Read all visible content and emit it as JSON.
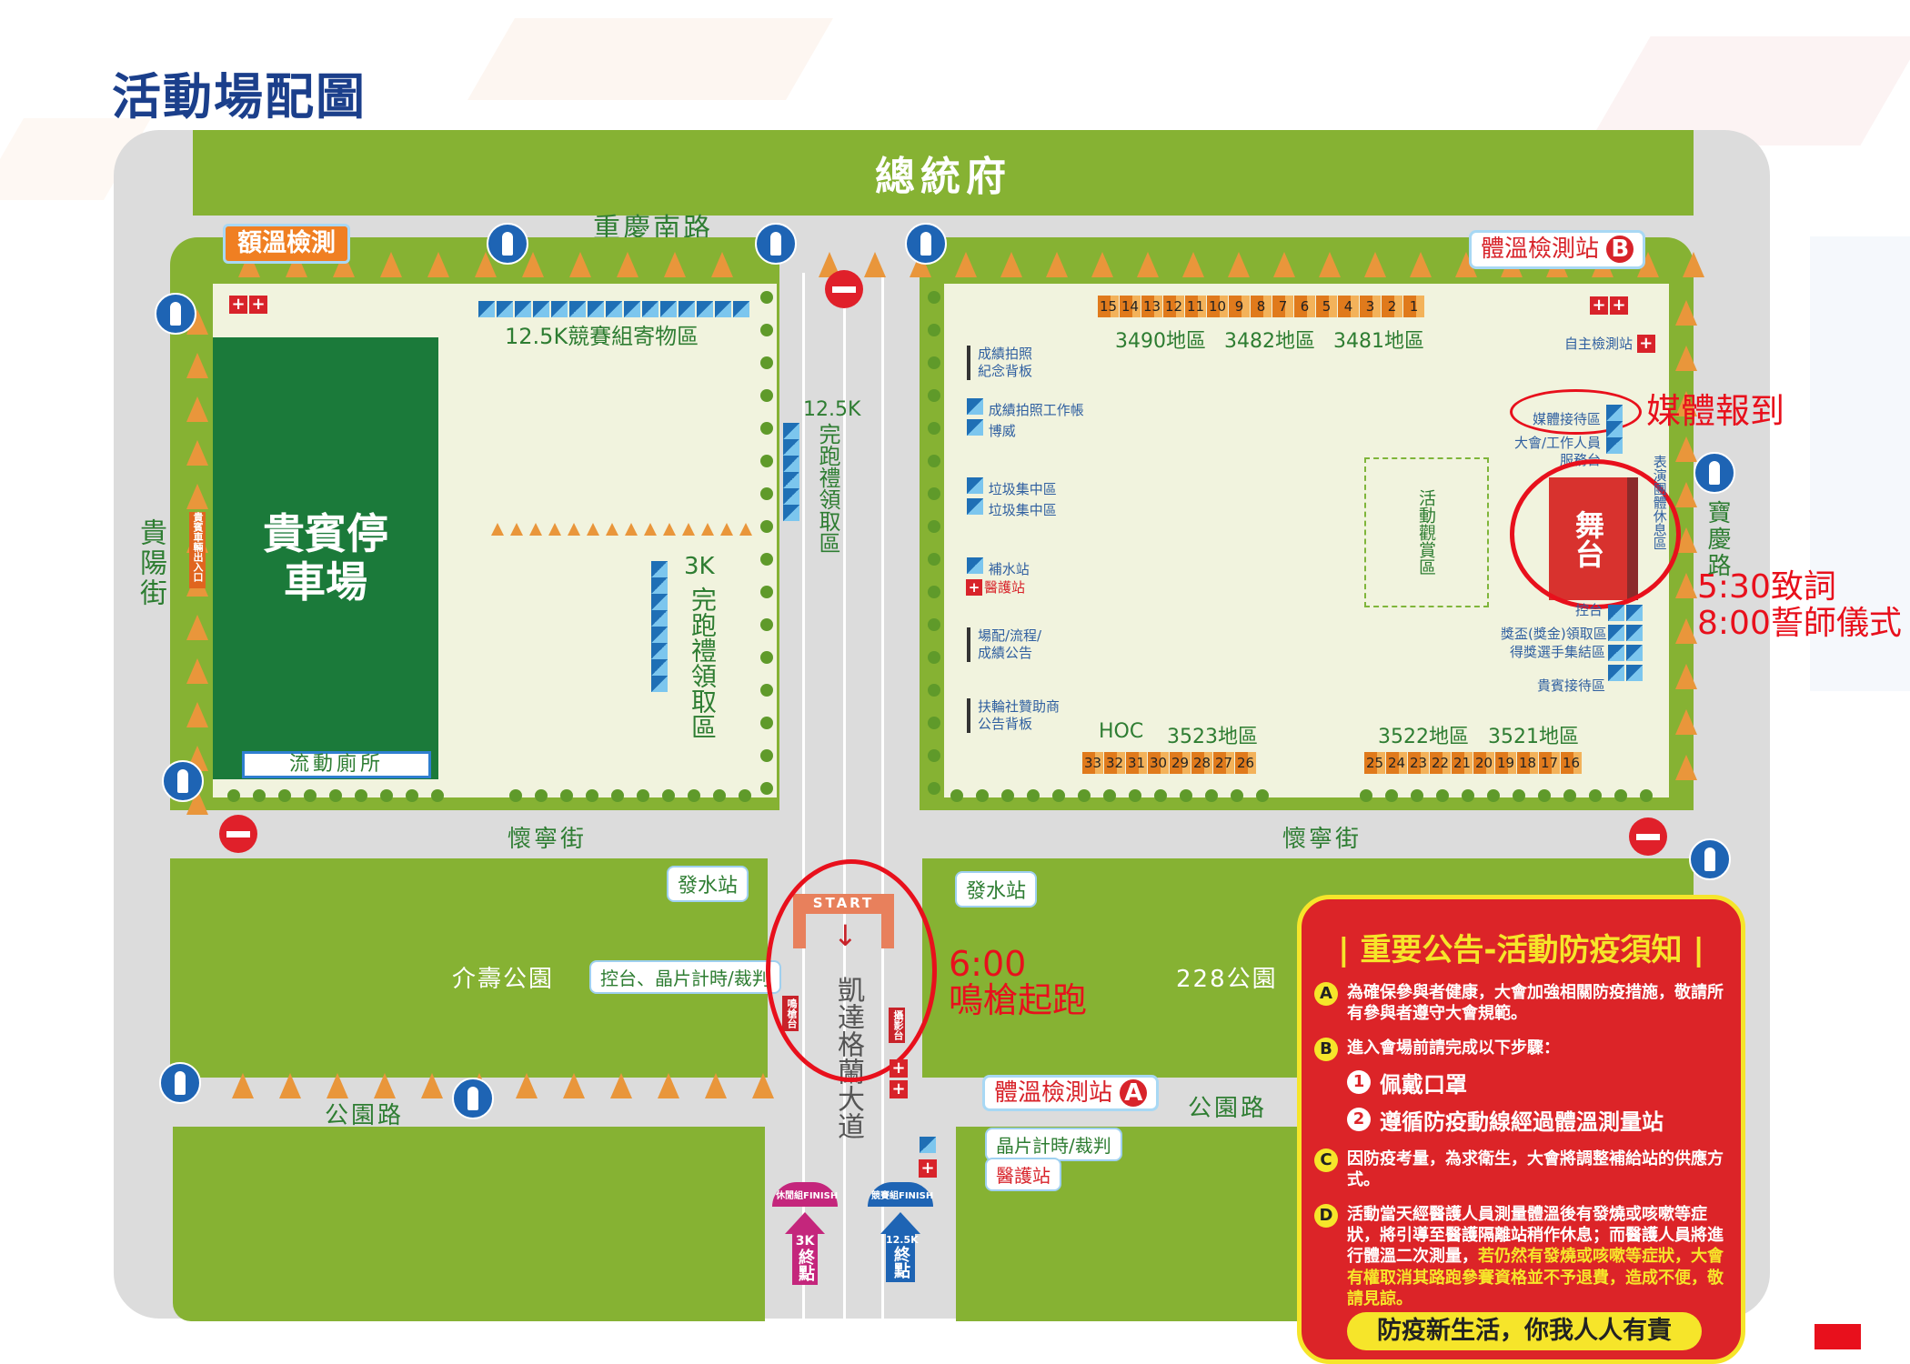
{
  "title": "活動場配圖",
  "roads": {
    "top_building": "總統府",
    "north_road": "重慶南路",
    "west_road": "貴陽街",
    "east_road": "寶慶路",
    "middle_road_left": "懷寧街",
    "middle_road_right": "懷寧街",
    "south_road_left": "公園路",
    "south_road_right": "公園路",
    "avenue": "凱達格蘭大道"
  },
  "left_block": {
    "temp_check_badge": "額溫檢測",
    "vip_parking": "貴賓停車場",
    "vip_vehicle_entrance": "貴賓車輛出入口",
    "portable_toilet": "流動廁所",
    "baggage_area": "12.5K競賽組寄物區",
    "gift_125k_label": "12.5K",
    "gift_125k_area": "完跑禮領取區",
    "gift_3k_label": "3K",
    "gift_3k_area": "完跑禮領取區"
  },
  "right_block": {
    "temp_station_b": "體溫檢測站",
    "temp_station_b_letter": "B",
    "self_check": "自主檢測站",
    "top_numbers": [
      "15",
      "14",
      "13",
      "12",
      "11",
      "10",
      "9",
      "8",
      "7",
      "6",
      "5",
      "4",
      "3",
      "2",
      "1"
    ],
    "top_zones": [
      "3490地區",
      "3482地區",
      "3481地區"
    ],
    "left_items": [
      "成績拍照\n紀念背板",
      "成績拍照工作帳",
      "博威",
      "垃圾集中區",
      "垃圾集中區",
      "補水站",
      "醫護站",
      "場配/流程/\n成績公告",
      "扶輪社贊助商\n公告背板"
    ],
    "media_area": "媒體接待區",
    "service_desk": "大會/工作人員\n服務台",
    "viewing_area": "活動觀賞區",
    "stage": "舞台",
    "performer_rest": "表演團體休息區",
    "control": "控台",
    "trophy_area": "獎盃(獎金)領取區",
    "winners_area": "得獎選手集結區",
    "vip_reception": "貴賓接待區",
    "bottom_zones": [
      "HOC",
      "3523地區",
      "3522地區",
      "3521地區"
    ],
    "bottom_numbers_left": [
      "33",
      "32",
      "31",
      "30",
      "29",
      "28",
      "27",
      "26"
    ],
    "bottom_numbers_right": [
      "25",
      "24",
      "23",
      "22",
      "21",
      "20",
      "19",
      "18",
      "17",
      "16"
    ]
  },
  "annotations": {
    "media_checkin": "媒體報到",
    "stage_schedule_1": "5:30致詞",
    "stage_schedule_2": "8:00誓師儀式",
    "start_time": "6:00",
    "start_event": "鳴槍起跑"
  },
  "lower": {
    "water_left": "發水站",
    "water_right": "發水站",
    "park_left": "介壽公園",
    "park_right": "228公園",
    "control_timing": "控台、晶片計時/裁判",
    "start_arch": "START",
    "gun_stand": "鳴槍台",
    "photo_stand": "攝影台",
    "temp_station_a": "體溫檢測站",
    "temp_station_a_letter": "A",
    "chip_timing": "晶片計時/裁判",
    "medical": "醫護站",
    "finish_3k_arc": "休閒組FINISH",
    "finish_3k_dist": "3K",
    "finish_3k_label": "終點",
    "finish_125k_arc": "競賽組FINISH",
    "finish_125k_dist": "12.5K",
    "finish_125k_label": "終點"
  },
  "notice": {
    "title": "重要公告-活動防疫須知",
    "items": [
      {
        "bullet": "A",
        "text": "為確保參與者健康，大會加強相關防疫措施，敬請所有參與者遵守大會規範。"
      },
      {
        "bullet": "B",
        "text": "進入會場前請完成以下步驟："
      },
      {
        "bullet": "C",
        "text": "因防疫考量，為求衛生，大會將調整補給站的供應方式。"
      },
      {
        "bullet": "D",
        "text": "活動當天經醫護人員測量體溫後有發燒或咳嗽等症狀，將引導至醫護隔離站稍作休息；而醫護人員將進行體溫二次測量，",
        "highlight": "若仍然有發燒或咳嗽等症狀，大會有權取消其路跑參賽資格並不予退費，造成不便，敬請見諒。"
      }
    ],
    "steps": [
      {
        "num": "1",
        "text": "佩戴口罩"
      },
      {
        "num": "2",
        "text": "遵循防疫動線經過體溫測量站"
      }
    ],
    "footer": "防疫新生活，你我人人有責"
  },
  "colors": {
    "green": "#86b233",
    "dark_green": "#1b7a3a",
    "red": "#dc2428",
    "blue": "#1e64b4",
    "yellow": "#f6e52a"
  }
}
